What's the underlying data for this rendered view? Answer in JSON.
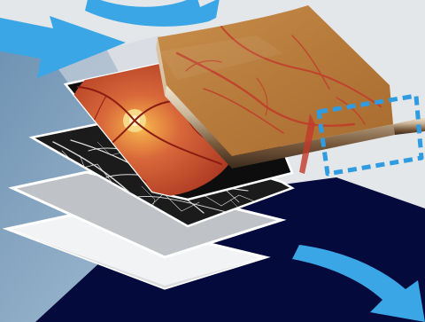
{
  "colors": {
    "background_light": "#e4e7ea",
    "background_steel": "#8fb0c9",
    "background_navy": "#050a3c",
    "arrow_blue": "#3aa6e6",
    "selection_box": "#2f9be0",
    "tissue_tan": "#b47d3e",
    "vessel_red": "#c23a2a"
  },
  "icons": {
    "top_left_arrow": "arrow-right-icon",
    "top_arrow": "arrow-down-icon",
    "bottom_right_arrow": "curved-arrow-down-right-icon"
  },
  "layers": [
    "fundus-photo",
    "angiography-scan",
    "gray-layer",
    "light-gray-layer"
  ]
}
